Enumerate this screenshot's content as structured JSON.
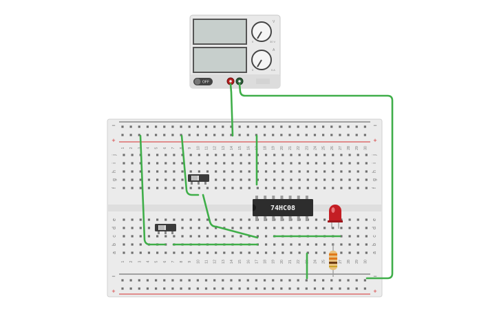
{
  "power_supply": {
    "off_label": "OFF",
    "voltage_unit": "V",
    "current_unit": "A",
    "voltage_max": "30 V",
    "current_max": "5 A",
    "zero_label": "0"
  },
  "breadboard": {
    "rail_minus": "−",
    "rail_plus": "+",
    "row_letters_top": [
      "j",
      "i",
      "h",
      "g",
      "f"
    ],
    "row_letters_bottom": [
      "e",
      "d",
      "c",
      "b",
      "a"
    ],
    "columns": [
      "1",
      "2",
      "3",
      "4",
      "5",
      "6",
      "7",
      "8",
      "9",
      "10",
      "11",
      "12",
      "13",
      "14",
      "15",
      "16",
      "17",
      "18",
      "19",
      "20",
      "21",
      "22",
      "23",
      "24",
      "25",
      "26",
      "27",
      "28",
      "29",
      "30"
    ]
  },
  "chip": {
    "label": "74HC08"
  },
  "colors": {
    "wire": "#3fae49",
    "led": "#c41e24",
    "rail_red": "#d42d2d",
    "rail_dark": "#555555",
    "board": "#ebebeb"
  }
}
